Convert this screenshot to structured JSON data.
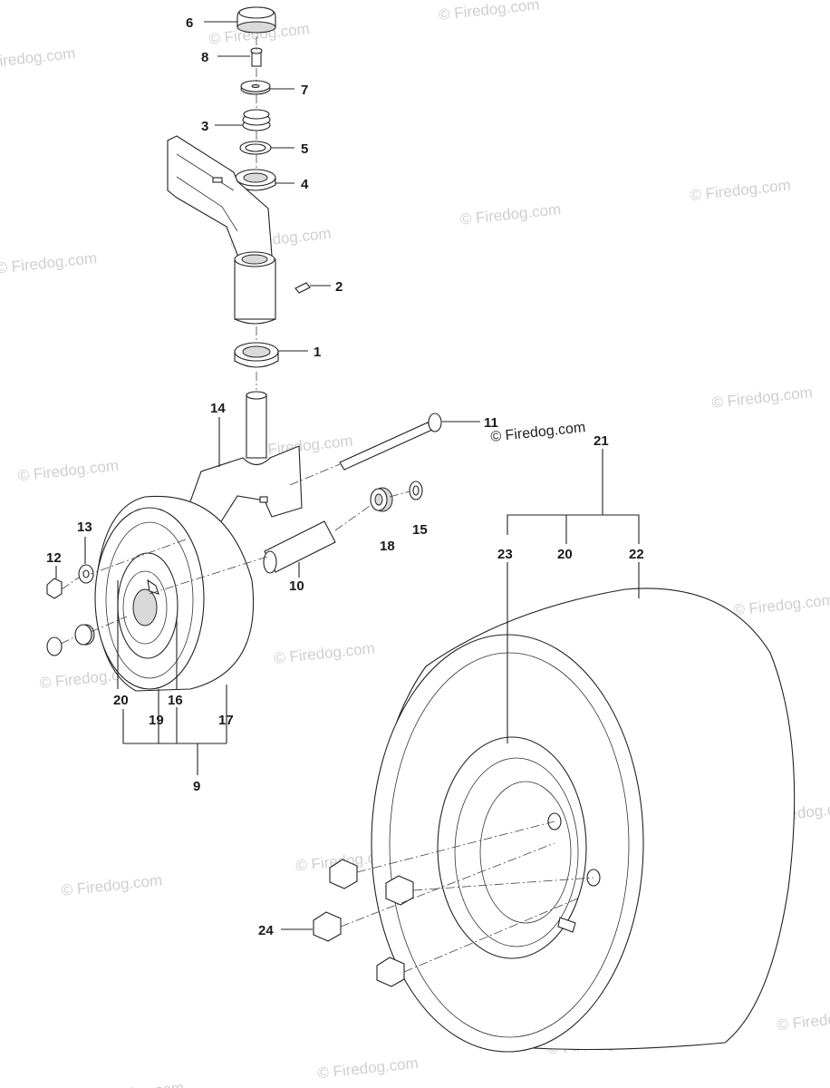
{
  "watermark": {
    "text": "© Firedog.com",
    "prominent_text": "© Firedog.com"
  },
  "callouts": [
    {
      "id": "c6",
      "label": "6"
    },
    {
      "id": "c8",
      "label": "8"
    },
    {
      "id": "c7",
      "label": "7"
    },
    {
      "id": "c3",
      "label": "3"
    },
    {
      "id": "c5",
      "label": "5"
    },
    {
      "id": "c4",
      "label": "4"
    },
    {
      "id": "c2",
      "label": "2"
    },
    {
      "id": "c1",
      "label": "1"
    },
    {
      "id": "c14",
      "label": "14"
    },
    {
      "id": "c11",
      "label": "11"
    },
    {
      "id": "c21",
      "label": "21"
    },
    {
      "id": "c13",
      "label": "13"
    },
    {
      "id": "c12",
      "label": "12"
    },
    {
      "id": "c18",
      "label": "18"
    },
    {
      "id": "c15",
      "label": "15"
    },
    {
      "id": "c23",
      "label": "23"
    },
    {
      "id": "c20b",
      "label": "20"
    },
    {
      "id": "c22",
      "label": "22"
    },
    {
      "id": "c10",
      "label": "10"
    },
    {
      "id": "c20a",
      "label": "20"
    },
    {
      "id": "c16",
      "label": "16"
    },
    {
      "id": "c19",
      "label": "19"
    },
    {
      "id": "c17",
      "label": "17"
    },
    {
      "id": "c9",
      "label": "9"
    },
    {
      "id": "c24",
      "label": "24"
    }
  ]
}
